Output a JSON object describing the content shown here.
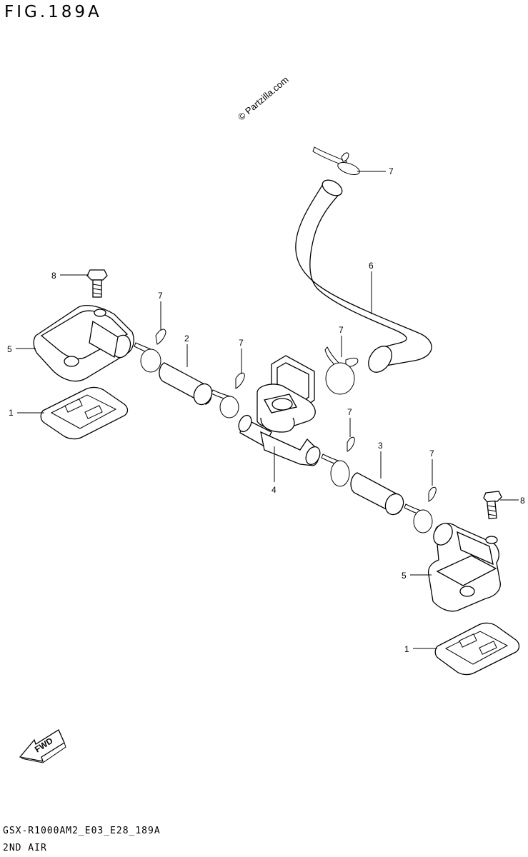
{
  "figure": {
    "title": "FIG.189A",
    "model_code": "GSX-R1000AM2_E03_E28_189A",
    "subtitle": "2ND AIR",
    "watermark": "© Partzilla.com",
    "fwd_label": "FWD"
  },
  "callouts": [
    {
      "id": "callout-1-left",
      "label": "1"
    },
    {
      "id": "callout-1-right",
      "label": "1"
    },
    {
      "id": "callout-2",
      "label": "2"
    },
    {
      "id": "callout-3",
      "label": "3"
    },
    {
      "id": "callout-4",
      "label": "4"
    },
    {
      "id": "callout-5-left",
      "label": "5"
    },
    {
      "id": "callout-5-right",
      "label": "5"
    },
    {
      "id": "callout-6",
      "label": "6"
    },
    {
      "id": "callout-7-top",
      "label": "7"
    },
    {
      "id": "callout-7-a",
      "label": "7"
    },
    {
      "id": "callout-7-b",
      "label": "7"
    },
    {
      "id": "callout-7-c",
      "label": "7"
    },
    {
      "id": "callout-7-d",
      "label": "7"
    },
    {
      "id": "callout-7-e",
      "label": "7"
    },
    {
      "id": "callout-8-left",
      "label": "8"
    },
    {
      "id": "callout-8-right",
      "label": "8"
    }
  ]
}
